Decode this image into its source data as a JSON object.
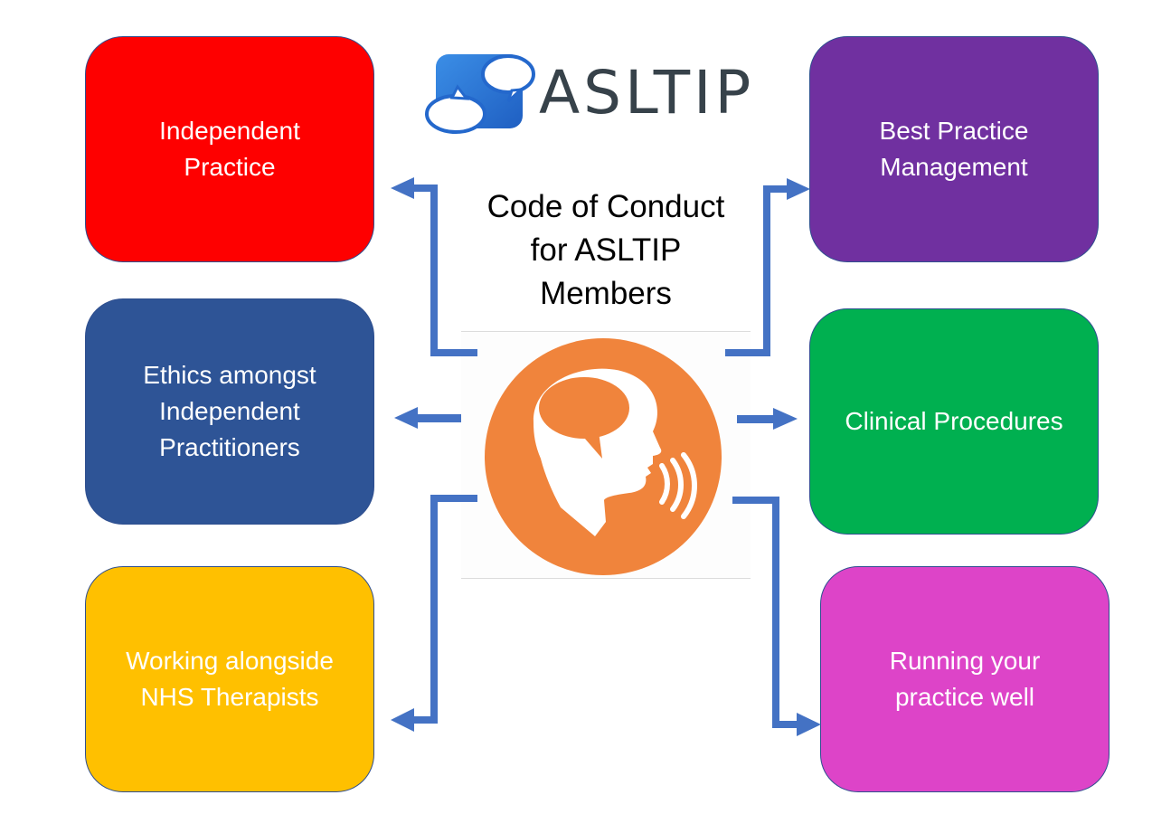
{
  "logo": {
    "text": "ASLTIP",
    "icon": "speech-bubbles-icon",
    "colors": {
      "square": "#2a6fd1",
      "text": "#37424a"
    }
  },
  "title": "Code of Conduct\nfor ASLTIP\nMembers",
  "center_icon": {
    "name": "head-speaking-icon",
    "colors": {
      "circle": "#f0843c",
      "figure": "#ffffff"
    }
  },
  "arrow_color": "#4472c4",
  "boxes": [
    {
      "id": "independent-practice",
      "label": "Independent\nPractice",
      "color": "#fe0000"
    },
    {
      "id": "ethics",
      "label": "Ethics amongst\nIndependent\nPractitioners",
      "color": "#2e5496"
    },
    {
      "id": "nhs",
      "label": "Working alongside\nNHS Therapists",
      "color": "#ffc000"
    },
    {
      "id": "best-practice",
      "label": "Best Practice\nManagement",
      "color": "#7030a0"
    },
    {
      "id": "clinical",
      "label": "Clinical Procedures",
      "color": "#00b050"
    },
    {
      "id": "running",
      "label": "Running your\npractice well",
      "color": "#dd44c8"
    }
  ]
}
